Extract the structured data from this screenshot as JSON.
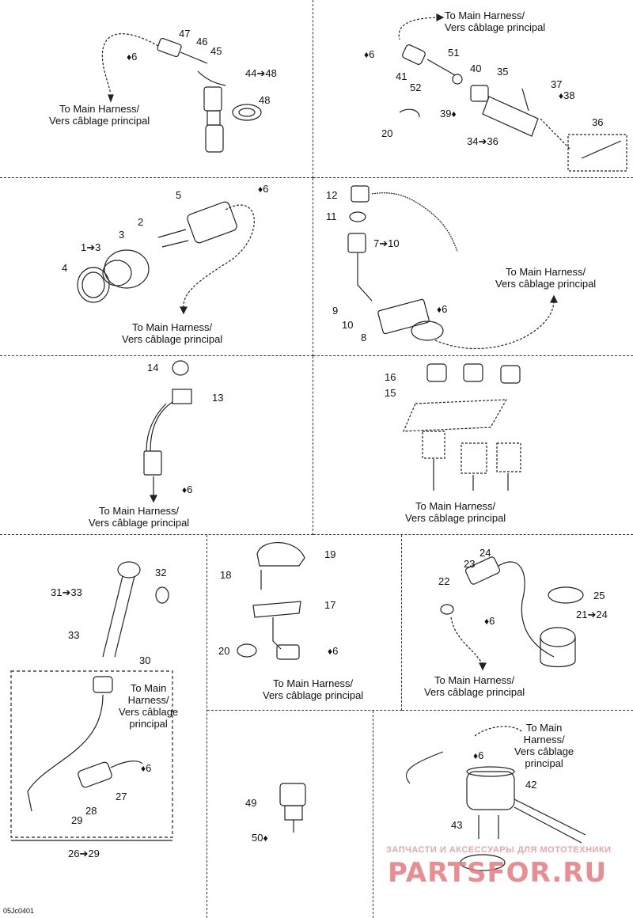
{
  "harness_label": "To Main Harness/\nVers câblage principal",
  "harness_label_stacked": "To Main\nHarness/\nVers câblage\nprincipal",
  "drop_glyph": "♦",
  "labels": {
    "p1": [
      "47",
      "46",
      "45",
      "6",
      "44➔48",
      "48"
    ],
    "p2": [
      "51",
      "40",
      "35",
      "37",
      "38",
      "6",
      "41",
      "52",
      "39",
      "20",
      "34➔36",
      "36"
    ],
    "p3": [
      "5",
      "6",
      "2",
      "3",
      "1➔3",
      "4"
    ],
    "p4": [
      "12",
      "11",
      "7➔10",
      "9",
      "10",
      "8",
      "6"
    ],
    "p5": [
      "14",
      "13",
      "6"
    ],
    "p6": [
      "16",
      "15"
    ],
    "p7": [
      "32",
      "31➔33",
      "33",
      "30",
      "6",
      "27",
      "28",
      "29",
      "26➔29"
    ],
    "p8": [
      "19",
      "18",
      "17",
      "20",
      "6"
    ],
    "p9": [
      "24",
      "23",
      "22",
      "25",
      "21➔24",
      "6"
    ],
    "p10": [
      "49",
      "50"
    ],
    "p11": [
      "6",
      "42",
      "43"
    ]
  },
  "footer_code": "05Jc0401",
  "watermark": {
    "line1": "ЗАПЧАСТИ И АКСЕССУАРЫ ДЛЯ МОТОТЕХНИКИ",
    "line2": "PARTSFOR.RU"
  }
}
